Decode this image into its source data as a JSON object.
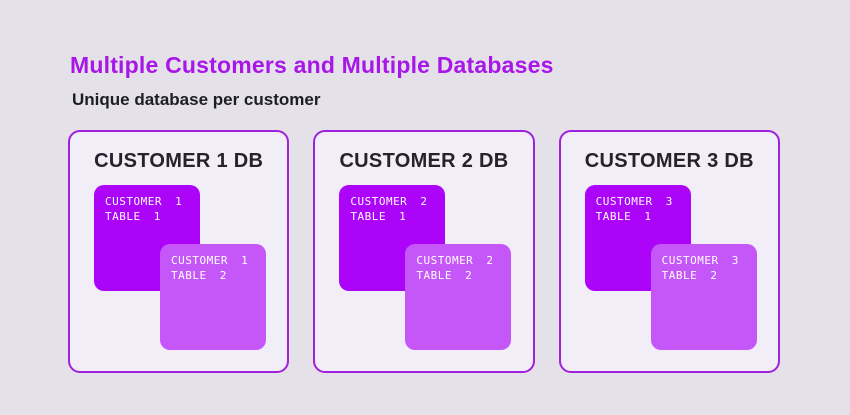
{
  "header": {
    "title": "Multiple Customers and Multiple Databases",
    "subtitle": "Unique database per customer"
  },
  "colors": {
    "page_bg": "#E4E2E8",
    "card_bg": "#F2EEF7",
    "card_border": "#A021DB",
    "title_color": "#A816E8",
    "subtitle_color": "#1E1D24",
    "heading_color": "#25222C",
    "table1_bg": "#AB04F8",
    "table2_bg": "#C557F9",
    "table_text": "#FFFFFF"
  },
  "databases": [
    {
      "heading": "CUSTOMER 1 DB",
      "tables": [
        {
          "line1": "CUSTOMER 1",
          "line2": "TABLE 1"
        },
        {
          "line1": "CUSTOMER 1",
          "line2": "TABLE 2"
        }
      ]
    },
    {
      "heading": "CUSTOMER 2 DB",
      "tables": [
        {
          "line1": "CUSTOMER 2",
          "line2": "TABLE 1"
        },
        {
          "line1": "CUSTOMER 2",
          "line2": "TABLE 2"
        }
      ]
    },
    {
      "heading": "CUSTOMER 3 DB",
      "tables": [
        {
          "line1": "CUSTOMER 3",
          "line2": "TABLE 1"
        },
        {
          "line1": "CUSTOMER 3",
          "line2": "TABLE 2"
        }
      ]
    }
  ]
}
